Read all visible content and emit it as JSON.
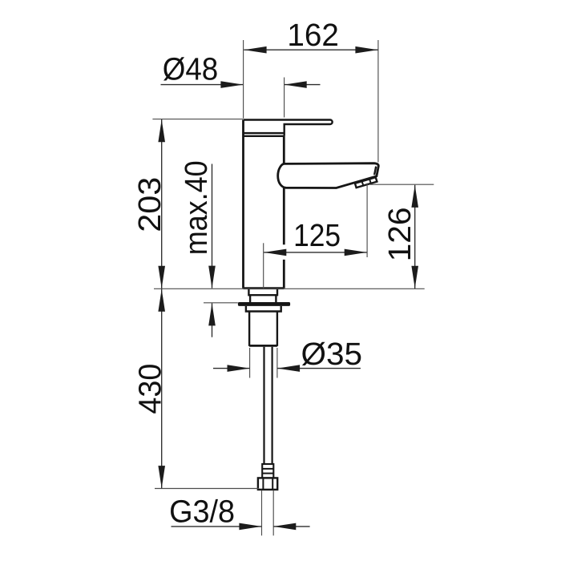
{
  "page": {
    "background": "#ffffff",
    "kind": "technical dimension drawing",
    "subject": "single-lever basin pillar tap, side view with connection hose"
  },
  "drawing": {
    "outline_color": "#161616",
    "dimension_line_color": "#2d2d2d",
    "text_color": "#111111",
    "labels": {
      "overall_width": "162",
      "body_diameter": "Ø48",
      "height_above_deck": "203",
      "max_deck_thickness": "max.40",
      "spout_projection": "125",
      "spout_outlet_height": "126",
      "hose_length": "430",
      "tap_hole_diameter": "Ø35",
      "connection_thread": "G3/8"
    }
  }
}
